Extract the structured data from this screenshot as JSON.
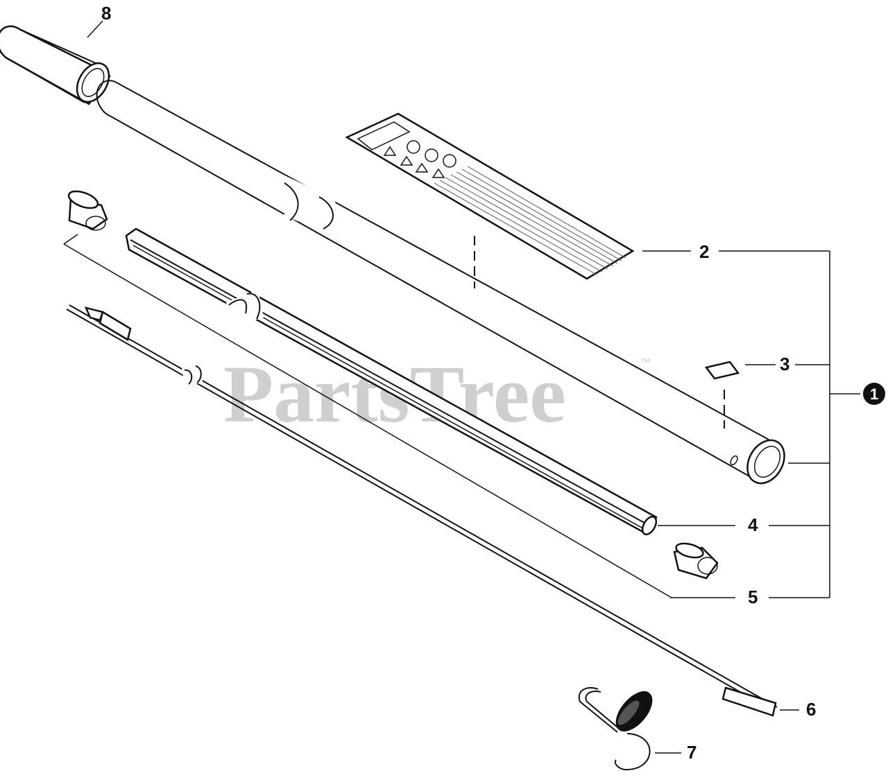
{
  "watermark": {
    "text": "PartsTree",
    "tm": "™"
  },
  "callouts": {
    "assembly": "1",
    "label_decal": "2",
    "plate": "3",
    "liner": "4",
    "bushing": "5",
    "drive_shaft": "6",
    "hanger_hook": "7",
    "grip": "8"
  },
  "colors": {
    "ink": "#111111",
    "watermark": "#cfcfcf",
    "background": "#ffffff"
  }
}
